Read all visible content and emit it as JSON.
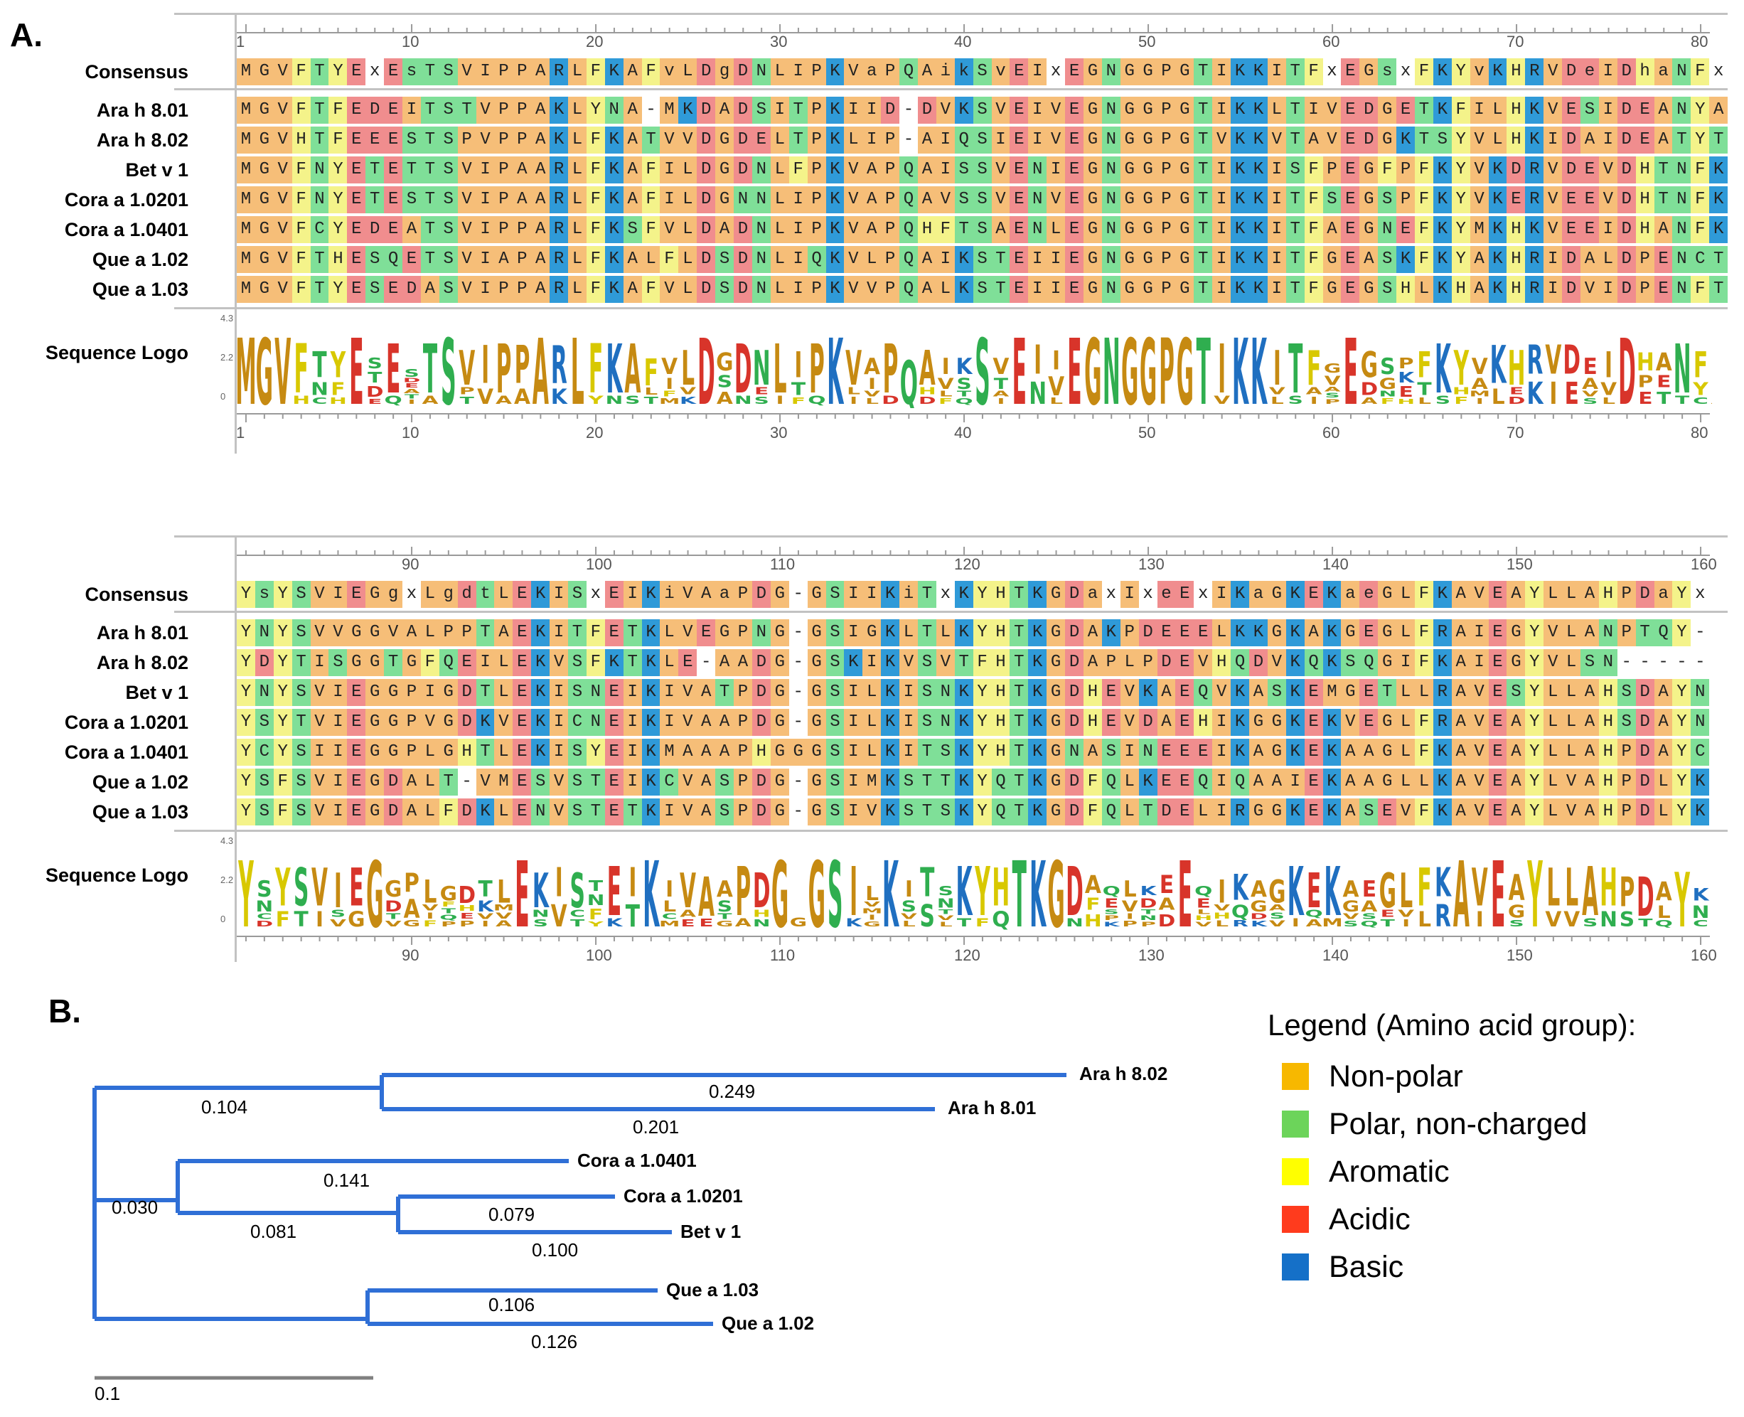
{
  "panel_a_label": "A.",
  "panel_b_label": "B.",
  "colors": {
    "nonpolar": "#f6be78",
    "polar": "#7fdf98",
    "aromatic": "#f4f38a",
    "acidic": "#f08d8e",
    "basic": "#2f9ad8",
    "gap": "#ffffff",
    "tree_branch": "#2f6fd6"
  },
  "row_labels": {
    "consensus": "Consensus",
    "logo": "Sequence Logo"
  },
  "logo_axis_ticks": [
    "4.3",
    "2.2",
    "0"
  ],
  "block1": {
    "ruler_ticks": [
      "1",
      "10",
      "20",
      "30",
      "40",
      "50",
      "60",
      "70",
      "80"
    ],
    "consensus": "MGVFTYExEsTSVIPPARLFKAFvLDgDNLIPKVaPQAikSvEIxEGNGGPGTIKKITFxEGsxFKYvKHRVDeIDhaNFx",
    "sequences": [
      {
        "name": "Ara h 8.01",
        "seq": "MGVFTFEDEITSTVPPAKLYNA-MKDADSITPKIID-DVKSVEIVEGNGGPGTIKKLTIVEDGETKFILHKVESIDEANYA"
      },
      {
        "name": "Ara h 8.02",
        "seq": "MGVHTFEEESTSPVPPAKLFKATVVDGDELTPKLIP-AIQSIEIVEGNGGPGTVKKVTAVEDGKTSYVLHKIDAIDEATYT"
      },
      {
        "name": "Bet v 1",
        "seq": "MGVFNYETETTSVIPAARLFKAFILDGDNLFPKVAPQAISSVENIEGNGGPGTIKKISFPEGFPFKYVKDRVDEVDHTNFK"
      },
      {
        "name": "Cora a 1.0201",
        "seq": "MGVFNYETESTSVIPAARLFKAFILDGNNLIPKVAPQAVSSVENVEGNGGPGTIKKITFSEGSPFKYVKERVEEVDHTNFK"
      },
      {
        "name": "Cora a 1.0401",
        "seq": "MGVFCYEDEATSVIPPARLFKSFVLDADNLIPKVAPQHFTSAENLEGNGGPGTIKKITFAEGNEFKYMKHKVEEIDHANFK"
      },
      {
        "name": "Que a 1.02",
        "seq": "MGVFTHESQETSVIAPARLFKALFLDSDNLIQKVLPQAIKSTEIIEGNGGPGTIKKITFGEASKFKYAKHRIDALDPENCT"
      },
      {
        "name": "Que a 1.03",
        "seq": "MGVFTYESEDASVIPPARLFKAFVLDSDNLIPKVVPQALKSTEIIEGNGGPGTIKKITFGEGSHLKHAKHRIDVIDPENFT"
      }
    ]
  },
  "block2": {
    "ruler_ticks": [
      "90",
      "100",
      "110",
      "120",
      "130",
      "140",
      "150",
      "160"
    ],
    "consensus": "YsYSVIEGgxLgdtLEKISxEIKiVAaPDG-GSIIKiTxKYHTKGDaxIxeExIKaGKEKaeGLFKAVEAYLLAHPDaYx",
    "sequences": [
      {
        "name": "Ara h 8.01",
        "seq": "YNYSVVGGVALPPTAEKITFETKLVEGPNG-GSIGKLTLKYHTKGDAKPDEEELKKGKAKGEGLFRAIEGYVLANPTQY-"
      },
      {
        "name": "Ara h 8.02",
        "seq": "YDYTISGGTGFQEILEKVSFKTKLE-AADG-GSKIKVSVTFHTKGDAPLPDEVHQDVKQKSQGIFKAIEGYVLSN-----"
      },
      {
        "name": "Bet v 1",
        "seq": "YNYSVIEGGPIGDTLEKISNEIKIVATPDG-GSILKISNKYHTKGDHEVKAEQVKASKEMGETLLRAVESYLLAHSDAYN"
      },
      {
        "name": "Cora a 1.0201",
        "seq": "YSYTVIEGGPVGDKVEKICNEIKIVAAPDG-GSILKISNKYHTKGDHEVDAEHIKGGKEKVEGLFRAVEAYLLAHSDAYN"
      },
      {
        "name": "Cora a 1.0401",
        "seq": "YCYSIIEGGPLGHTLEKISYEIKMAAAPHGGGSILKITSKYHTKGNASINEEEIKAGKEKAAGLFKAVEAYLLAHPDAYC"
      },
      {
        "name": "Que a 1.02",
        "seq": "YSFSVIEGDALT-VMESVSTEIKCVASPDG-GSIMKSTTKYQTKGDFQLKEEQIQAAIEKAAGLLKAVEAYLVAHPDLYK"
      },
      {
        "name": "Que a 1.03",
        "seq": "YSFSVIEGDALFDKLENVSTETKIVASPDG-GSIVKSTSKYQTKGDFQLTDELIRGGKEKASEVFKAVEAYLVAHPDLYK"
      }
    ]
  },
  "tree": {
    "leaves": [
      "Ara h 8.02",
      "Ara h 8.01",
      "Cora a 1.0401",
      "Cora a 1.0201",
      "Bet v 1",
      "Que a 1.03",
      "Que a 1.02"
    ],
    "branch_lengths": [
      "0.249",
      "0.104",
      "0.201",
      "0.141",
      "0.030",
      "0.079",
      "0.081",
      "0.100",
      "0.106",
      "0.126"
    ],
    "scale_label": "0.1"
  },
  "legend": {
    "title": "Legend (Amino acid group):",
    "items": [
      {
        "label": "Non-polar",
        "color": "#f7b800"
      },
      {
        "label": "Polar, non-charged",
        "color": "#6cd45a"
      },
      {
        "label": "Aromatic",
        "color": "#ffff00"
      },
      {
        "label": "Acidic",
        "color": "#ff3b1d"
      },
      {
        "label": "Basic",
        "color": "#1570c8"
      }
    ]
  }
}
